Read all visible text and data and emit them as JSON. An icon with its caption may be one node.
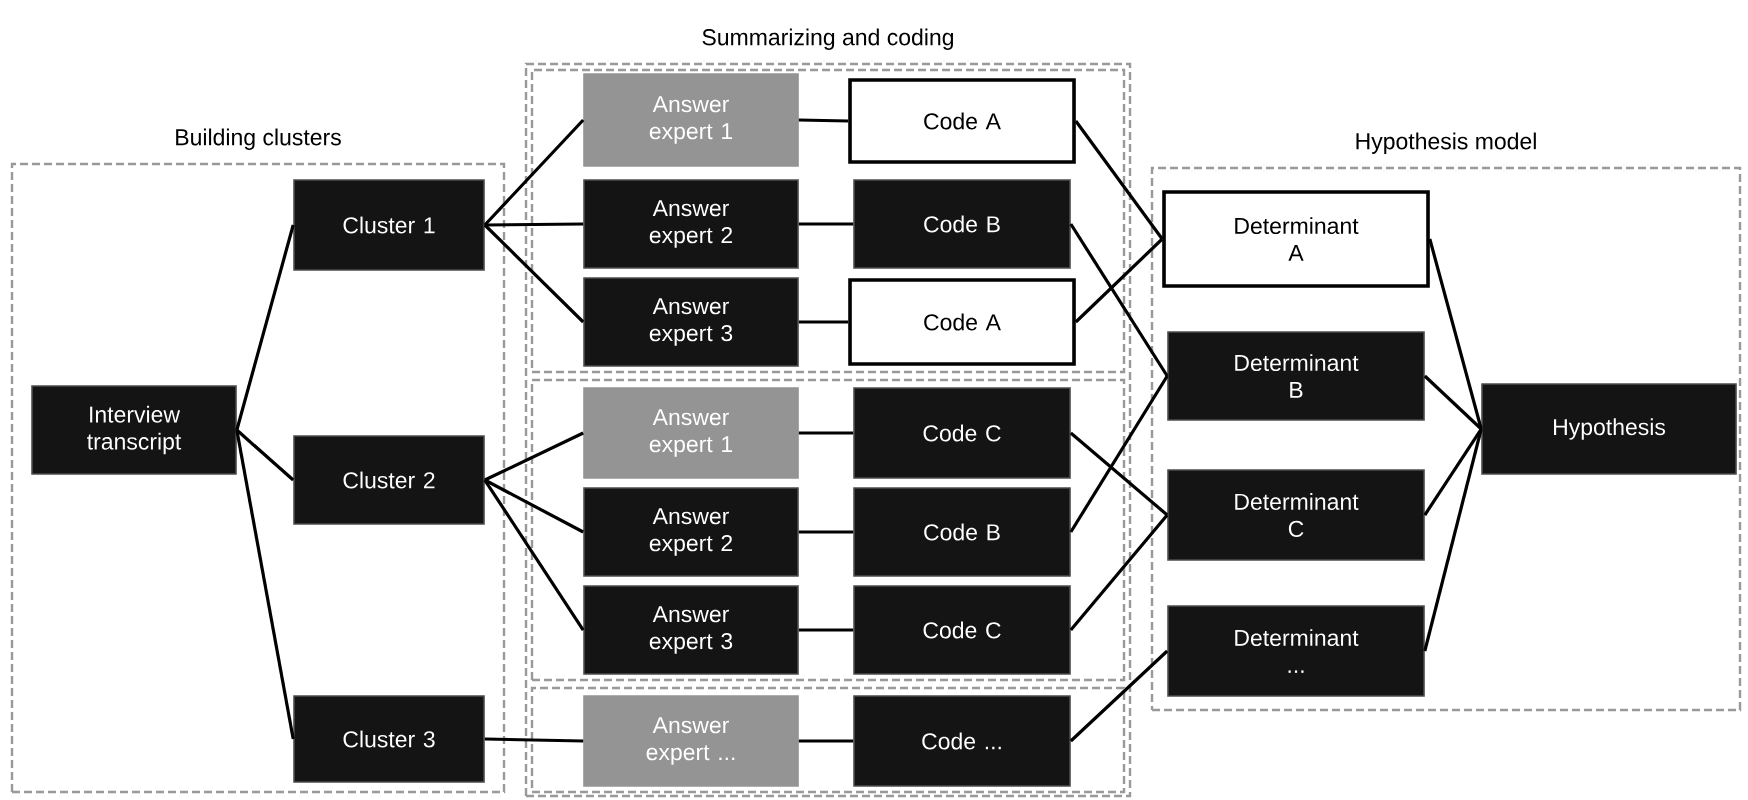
{
  "diagram": {
    "nodes": [
      {
        "text": [
          "Building clusters"
        ]
      },
      {
        "text": [
          "Interview transcript"
        ],
        "in": 0
      },
      {
        "text": [
          "Cluster 1"
        ],
        "in": 0
      },
      {
        "text": [
          "Cluster 2"
        ],
        "in": 0
      },
      {
        "text": [
          "Cluster 3"
        ],
        "in": 0
      },
      {
        "text": [
          "Summarizing and coding"
        ]
      },
      {
        "text": [],
        "shape": "box",
        "in": 5
      },
      {
        "text": [
          "Answer expert 1"
        ],
        "in": 6
      },
      {
        "text": [
          "Code A"
        ],
        "in": 6
      },
      {
        "text": [
          "Answer expert 2"
        ],
        "in": 6
      },
      {
        "text": [
          "Code B"
        ],
        "in": 6
      },
      {
        "text": [
          "Answer expert 3"
        ],
        "in": 6
      },
      {
        "text": [
          "Code A"
        ],
        "in": 6
      },
      {
        "text": [],
        "shape": "box",
        "in": 5
      },
      {
        "text": [
          "Answer expert 1"
        ],
        "in": 13
      },
      {
        "text": [
          "Code C"
        ],
        "in": 13
      },
      {
        "text": [
          "Answer expert 2"
        ],
        "in": 13
      },
      {
        "text": [
          "Code B"
        ],
        "in": 13
      },
      {
        "text": [
          "Answer expert 3"
        ],
        "in": 13
      },
      {
        "text": [
          "Code C"
        ],
        "in": 13
      },
      {
        "text": [],
        "shape": "box",
        "in": 5
      },
      {
        "text": [
          "Answer expert ..."
        ],
        "in": 20
      },
      {
        "text": [
          "Code ..."
        ],
        "in": 20
      },
      {
        "text": [
          "Hypothesis model"
        ]
      },
      {
        "text": [
          "Determinant A"
        ],
        "in": 23
      },
      {
        "text": [
          "Determinant B"
        ],
        "in": 23
      },
      {
        "text": [
          "Determinant C"
        ],
        "in": 23
      },
      {
        "text": [
          "Determinant ..."
        ],
        "in": 23
      },
      {
        "text": [
          "Hypothesis"
        ],
        "in": 23
      }
    ],
    "edges": [
      {
        "from": 1,
        "to": 2,
        "arrow": "none"
      },
      {
        "from": 1,
        "to": 3,
        "arrow": "none"
      },
      {
        "from": 1,
        "to": 4,
        "arrow": "none"
      },
      {
        "from": 2,
        "to": 7,
        "arrow": "none"
      },
      {
        "from": 2,
        "to": 9,
        "arrow": "none"
      },
      {
        "from": 2,
        "to": 11,
        "arrow": "none"
      },
      {
        "from": 3,
        "to": 14,
        "arrow": "none"
      },
      {
        "from": 3,
        "to": 16,
        "arrow": "none"
      },
      {
        "from": 3,
        "to": 18,
        "arrow": "none"
      },
      {
        "from": 4,
        "to": 21,
        "arrow": "none"
      },
      {
        "from": 7,
        "to": 8,
        "arrow": "none"
      },
      {
        "from": 9,
        "to": 10,
        "arrow": "none"
      },
      {
        "from": 11,
        "to": 12,
        "arrow": "none"
      },
      {
        "from": 14,
        "to": 15,
        "arrow": "none"
      },
      {
        "from": 16,
        "to": 17,
        "arrow": "none"
      },
      {
        "from": 18,
        "to": 19,
        "arrow": "none"
      },
      {
        "from": 21,
        "to": 22,
        "arrow": "none"
      },
      {
        "from": 8,
        "to": 24,
        "arrow": "none"
      },
      {
        "from": 10,
        "to": 25,
        "arrow": "none"
      },
      {
        "from": 12,
        "to": 24,
        "arrow": "none"
      },
      {
        "from": 15,
        "to": 26,
        "arrow": "none"
      },
      {
        "from": 17,
        "to": 25,
        "arrow": "none"
      },
      {
        "from": 19,
        "to": 26,
        "arrow": "none"
      },
      {
        "from": 22,
        "to": 27,
        "arrow": "none"
      },
      {
        "from": 24,
        "to": 28,
        "arrow": "none"
      },
      {
        "from": 25,
        "to": 28,
        "arrow": "none"
      },
      {
        "from": 26,
        "to": 28,
        "arrow": "none"
      },
      {
        "from": 27,
        "to": 28,
        "arrow": "none"
      }
    ]
  }
}
